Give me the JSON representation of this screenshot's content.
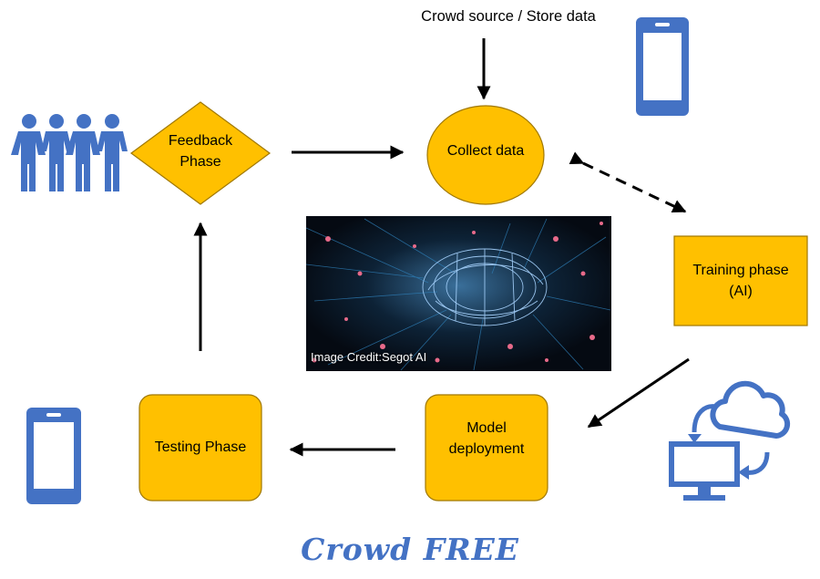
{
  "diagram": {
    "source_label": "Crowd source / Store data",
    "nodes": {
      "collect": "Collect data",
      "feedback_line1": "Feedback",
      "feedback_line2": "Phase",
      "training_line1": "Training phase",
      "training_line2": "(AI)",
      "deployment_line1": "Model",
      "deployment_line2": "deployment",
      "testing": "Testing Phase"
    },
    "image_credit": "Image Credit:Segot AI",
    "title": "Crowd FREE"
  },
  "colors": {
    "node_fill": "#ffc000",
    "node_stroke": "#a07800",
    "icon_blue": "#4472c4",
    "title": "#4472c4",
    "arrow": "#000000"
  },
  "icons": [
    "people-group-icon",
    "smartphone-icon",
    "cloud-sync-icon"
  ]
}
